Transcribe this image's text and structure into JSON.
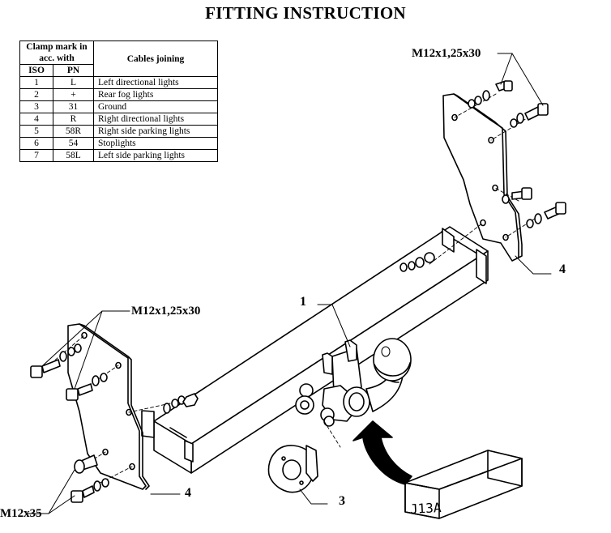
{
  "title": "FITTING INSTRUCTION",
  "table": {
    "header_clamp": "Clamp mark in acc. with",
    "header_cables": "Cables joining",
    "header_iso": "ISO",
    "header_pn": "PN",
    "rows": [
      {
        "iso": "1",
        "pn": "L",
        "desc": "Left directional lights"
      },
      {
        "iso": "2",
        "pn": "+",
        "desc": "Rear fog lights"
      },
      {
        "iso": "3",
        "pn": "31",
        "desc": "Ground"
      },
      {
        "iso": "4",
        "pn": "R",
        "desc": "Right directional lights"
      },
      {
        "iso": "5",
        "pn": "58R",
        "desc": "Right side parking lights"
      },
      {
        "iso": "6",
        "pn": "54",
        "desc": "Stoplights"
      },
      {
        "iso": "7",
        "pn": "58L",
        "desc": "Left side parking lights"
      }
    ]
  },
  "labels": {
    "bolt_top_right": "M12x1,25x30",
    "bolt_left": "M12x1,25x30",
    "bolt_bottom_left": "M12x35",
    "part_1": "1",
    "part_3": "3",
    "part_4_right": "4",
    "part_4_left": "4",
    "box_code": "J13A"
  }
}
